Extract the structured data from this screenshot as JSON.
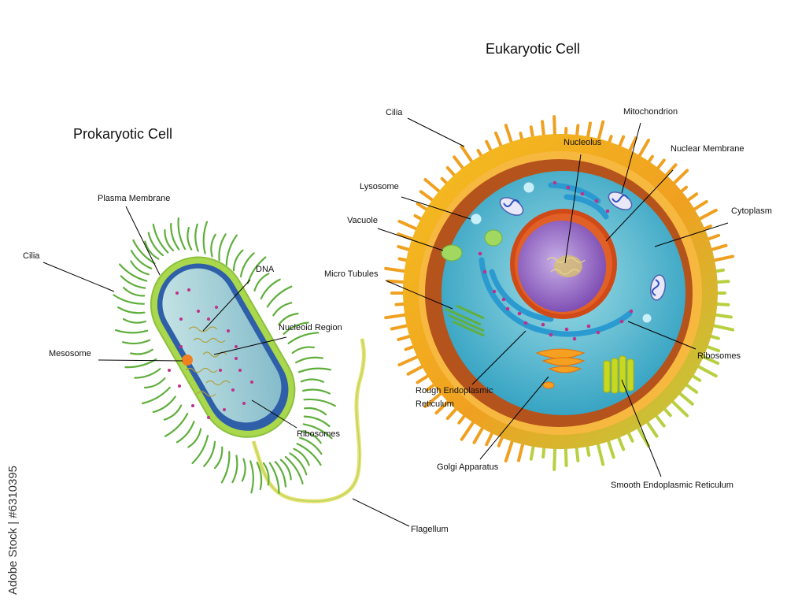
{
  "titles": {
    "prokaryotic": "Prokaryotic Cell",
    "eukaryotic": "Eukaryotic Cell"
  },
  "prokaryotic_labels": {
    "plasma_membrane": "Plasma Membrane",
    "cilia": "Cilia",
    "dna": "DNA",
    "nucleoid_region": "Nucleoid Region",
    "mesosome": "Mesosome",
    "ribosomes": "Ribosomes",
    "flagellum": "Flagellum"
  },
  "eukaryotic_labels": {
    "cilia": "Cilia",
    "mitochondrion": "Mitochondrion",
    "nucleolus": "Nucleolus",
    "nuclear_membrane": "Nuclear Membrane",
    "lysosome": "Lysosome",
    "cytoplasm": "Cytoplasm",
    "vacuole": "Vacuole",
    "micro_tubules": "Micro Tubules",
    "ribosomes": "Ribosomes",
    "rough_er_line1": "Rough Endoplasmic",
    "rough_er_line2": "Reticulum",
    "golgi": "Golgi Apparatus",
    "smooth_er": "Smooth Endoplasmic Reticulum"
  },
  "watermark": "Adobe Stock | #6310395",
  "colors": {
    "prok_outer": "#a9d84c",
    "prok_membrane": "#2f5fa8",
    "prok_cytoplasm": "#9fcfcf",
    "prok_cilia": "#5fae3c",
    "euk_wall": "#f0a020",
    "euk_membrane": "#b5531c",
    "euk_cytoplasm": "#5fbfd0",
    "nucleus_ring": "#d04a18",
    "nucleus_core": "#9068c0",
    "er": "#2a9ad0",
    "ribosome": "#c0308a",
    "golgi": "#f5a020",
    "smooth_er": "#c8d820"
  }
}
